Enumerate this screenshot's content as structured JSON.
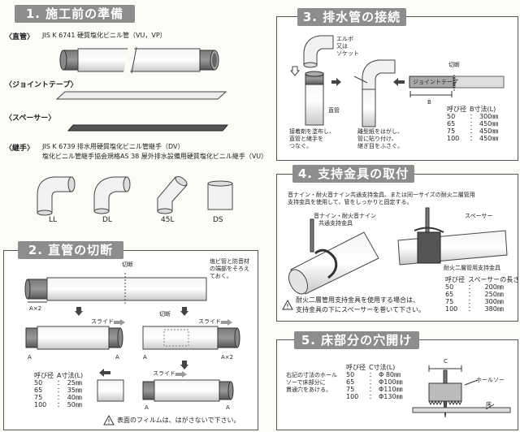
{
  "sec1": {
    "title": "1. 施工前の準備",
    "straight_pipe": {
      "header": "〈直管〉",
      "desc": "JIS K 6741 硬質塩化ビニル管（VU，VP）"
    },
    "joint_tape": {
      "header": "〈ジョイントテープ〉"
    },
    "spacer": {
      "header": "〈スペーサー〉"
    },
    "fitting": {
      "header": "〈継手〉",
      "desc1": "JIS K 6739 排水用硬質塩化ビニル管継手（DV）",
      "desc2": "塩化ビニル管継手協会規格AS 38 屋外排水設備用硬質塩化ビニル継手（VU）"
    },
    "fittings": [
      "LL",
      "DL",
      "45L",
      "DS"
    ]
  },
  "sec2": {
    "title": "2. 直管の切断",
    "cut": "切断",
    "note": [
      "塩ビ管と防音材",
      "の端部をそろえ",
      "ておく。"
    ],
    "ax2": "A×2",
    "a": "A",
    "slide": "スライド",
    "table_header": [
      "呼び径",
      "A寸法(L)"
    ],
    "table_rows": [
      [
        "50",
        "：",
        "25㎜"
      ],
      [
        "65",
        "：",
        "35㎜"
      ],
      [
        "75",
        "：",
        "40㎜"
      ],
      [
        "100",
        "：",
        "50㎜"
      ]
    ],
    "warning": "表面のフィルムは、はがさないで下さい。"
  },
  "sec3": {
    "title": "3. 排水管の接続",
    "elbow_label": [
      "エルボ",
      "又は",
      "ソケット"
    ],
    "straight_label": "直管",
    "cut": "切断",
    "joint_tape": "ジョイントテープ",
    "b": "B",
    "desc1": [
      "接着剤を塗布し、",
      "直管と継手を",
      "つなぐ。"
    ],
    "desc2": [
      "離型紙をはがし、",
      "管に貼り付け、",
      "継ぎ目をふさぐ。"
    ],
    "table_header": [
      "呼び径",
      "B寸法(L)"
    ],
    "table_rows": [
      [
        "50",
        "：",
        "300㎜"
      ],
      [
        "65",
        "：",
        "450㎜"
      ],
      [
        "75",
        "：",
        "450㎜"
      ],
      [
        "100",
        "：",
        "450㎜"
      ]
    ]
  },
  "sec4": {
    "title": "4. 支持金具の取付",
    "intro1": "音ナイン・耐火音ナイン共通支持金具、または同一サイズの耐火二層管用",
    "intro2": "支持金具を使用して、管をしっかりと固定する。",
    "bracket_label1": "音ナイン・耐火音ナイン",
    "bracket_label2": "共通支持金具",
    "spacer_label": "スペーサー",
    "bracket_label3": "耐火二層管用支持金具",
    "table_header": [
      "呼び径",
      "スペーサーの長さ"
    ],
    "table_rows": [
      [
        "50",
        "：",
        "200㎜"
      ],
      [
        "65",
        "：",
        "250㎜"
      ],
      [
        "75",
        "：",
        "300㎜"
      ],
      [
        "100",
        "：",
        "380㎜"
      ]
    ],
    "warning1": "耐火二層管用支持金具を使用する場合は、",
    "warning2": "支持金具の下にスペーサーを巻いて下さい。"
  },
  "sec5": {
    "title": "5. 床部分の穴開け",
    "desc": [
      "右記の寸法のホール",
      "ソーで床部分に",
      "貫通穴をあける。"
    ],
    "table_header": [
      "呼び径",
      "C寸法(L)"
    ],
    "table_rows": [
      [
        "50",
        "：",
        "Φ 80㎜"
      ],
      [
        "65",
        "：",
        "Φ100㎜"
      ],
      [
        "75",
        "：",
        "Φ110㎜"
      ],
      [
        "100",
        "：",
        "Φ130㎜"
      ]
    ],
    "c": "C",
    "holesaw": "ホールソー",
    "floor": "床"
  }
}
